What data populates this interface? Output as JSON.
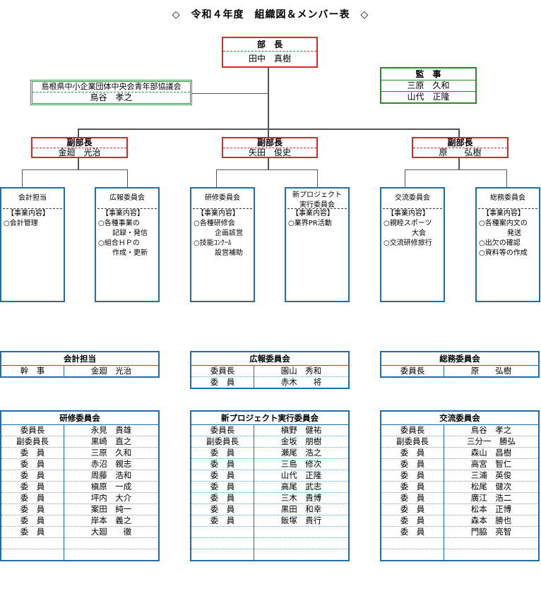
{
  "title": "◇　令和４年度　組織図＆メンバー表　◇",
  "chief": {
    "role": "部　長",
    "name": "田中　真樹"
  },
  "council": {
    "org": "島根県中小企業団体中央会青年部協議会",
    "name": "鳥谷　孝之"
  },
  "auditor": {
    "role": "監　事",
    "names": [
      "三原　久和",
      "山代　正隆"
    ]
  },
  "vice_chiefs": [
    {
      "role": "副部長",
      "name": "金廻　光治"
    },
    {
      "role": "副部長",
      "name": "矢田　俊史"
    },
    {
      "role": "副部長",
      "name": "原　　弘樹"
    }
  ],
  "departments": [
    {
      "name": "会計担当",
      "duties_label": "【事業内容】",
      "duties": "○会計管理"
    },
    {
      "name": "広報委員会",
      "duties_label": "【事業内容】",
      "duties": "○各種事業の\n　　記録・発信\n○組合ＨＰの\n　　作成・更新"
    },
    {
      "name": "研修委員会",
      "duties_label": "【事業内容】",
      "duties": "○各種研修会\n　　　企画該営\n○技能ｺﾝｸｰﾙ\n　　　設営補助"
    },
    {
      "name": "新プロジェクト\n実行委員会",
      "duties_label": "【事業内容】",
      "duties": "○業界PR活動"
    },
    {
      "name": "交流委員会",
      "duties_label": "【事業内容】",
      "duties": "○親睦スポーツ\n　　　　大会\n○交流研修旅行"
    },
    {
      "name": "総務委員会",
      "duties_label": "【事業内容】",
      "duties": "○各種案内文の\n　　　　発送\n○出欠の確認\n○資料等の作成"
    }
  ],
  "rosters": [
    {
      "title": "会計担当",
      "rows": [
        [
          "幹　事",
          "金廻　光治"
        ]
      ]
    },
    {
      "title": "広報委員会",
      "rows": [
        [
          "委員長",
          "園山　秀和"
        ],
        [
          "委　員",
          "赤木　　将"
        ]
      ]
    },
    {
      "title": "総務委員会",
      "rows": [
        [
          "委員長",
          "原　　弘樹"
        ]
      ]
    },
    {
      "title": "研修委員会",
      "rows": [
        [
          "委員長",
          "永見　貴雄"
        ],
        [
          "副委員長",
          "黒崎　直之"
        ],
        [
          "委　員",
          "三原　久和"
        ],
        [
          "委　員",
          "赤沼　親志"
        ],
        [
          "委　員",
          "周藤　浩和"
        ],
        [
          "委　員",
          "槇原　一成"
        ],
        [
          "委　員",
          "坪内　大介"
        ],
        [
          "委　員",
          "案田　純一"
        ],
        [
          "委　員",
          "岸本　義之"
        ],
        [
          "委　員",
          "大廻　　徹"
        ],
        [
          "",
          ""
        ],
        [
          "",
          ""
        ]
      ]
    },
    {
      "title": "新プロジェクト実行委員会",
      "rows": [
        [
          "委員長",
          "槇野　健祐"
        ],
        [
          "副委員長",
          "金坂　朋樹"
        ],
        [
          "委　員",
          "瀬尾　浩之"
        ],
        [
          "委　員",
          "三島　修次"
        ],
        [
          "委　員",
          "山代　正隆"
        ],
        [
          "委　員",
          "高尾　武志"
        ],
        [
          "委　員",
          "三木　貴博"
        ],
        [
          "委　員",
          "黒田　和幸"
        ],
        [
          "委　員",
          "飯塚　貴行"
        ],
        [
          "",
          ""
        ],
        [
          "",
          ""
        ],
        [
          "",
          ""
        ]
      ]
    },
    {
      "title": "交流委員会",
      "rows": [
        [
          "委員長",
          "鳥谷　孝之"
        ],
        [
          "副委員長",
          "三分一　勝弘"
        ],
        [
          "委　員",
          "森山　昌樹"
        ],
        [
          "委　員",
          "高宮　智仁"
        ],
        [
          "委　員",
          "三浦　英俊"
        ],
        [
          "委　員",
          "松尾　健次"
        ],
        [
          "委　員",
          "廣江　浩二"
        ],
        [
          "委　員",
          "松本　正博"
        ],
        [
          "委　員",
          "森本　勝也"
        ],
        [
          "委　員",
          "門脇　亮智"
        ],
        [
          "",
          ""
        ],
        [
          "",
          ""
        ]
      ]
    }
  ]
}
